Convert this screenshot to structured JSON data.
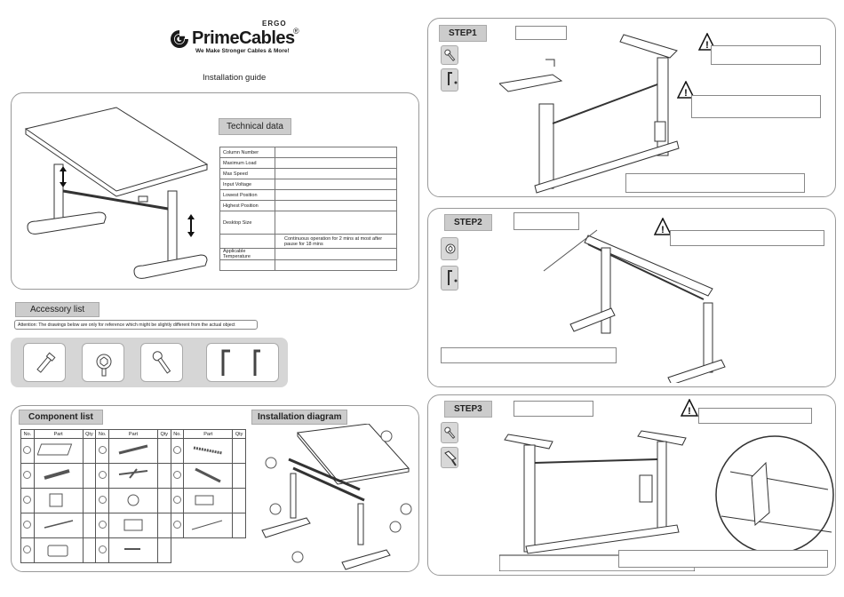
{
  "brand": {
    "ergo": "ERGO",
    "name": "PrimeCables",
    "reg": "®",
    "tagline": "We Make Stronger Cables & More!"
  },
  "guide_title": "Installation guide",
  "technical": {
    "title": "Technical data",
    "rows": [
      {
        "label": "Column Number",
        "value": ""
      },
      {
        "label": "Maximum Load",
        "value": ""
      },
      {
        "label": "Max Speed",
        "value": ""
      },
      {
        "label": "Input Voltage",
        "value": ""
      },
      {
        "label": "Lowest Position",
        "value": ""
      },
      {
        "label": "Highest Position",
        "value": ""
      },
      {
        "label": "Desktop Size",
        "value": ""
      },
      {
        "label": "",
        "value": "Continuous operation for 2 mins at most after pause for 18 mins"
      },
      {
        "label": "Applicable Temperature",
        "value": ""
      },
      {
        "label": "",
        "value": ""
      }
    ]
  },
  "accessory": {
    "title": "Accessory list",
    "attention": "Attention: The drawings below are only for reference which might be slightly different from the actual object"
  },
  "component": {
    "title": "Component list",
    "headers": [
      "No.",
      "Part",
      "Qty"
    ]
  },
  "installation_diagram": {
    "title": "Installation diagram"
  },
  "steps": [
    {
      "label": "STEP1"
    },
    {
      "label": "STEP2"
    },
    {
      "label": "STEP3"
    }
  ],
  "colors": {
    "panel_border": "#999999",
    "header_bg": "#cccccc",
    "accessory_bg": "#d6d6d6"
  }
}
